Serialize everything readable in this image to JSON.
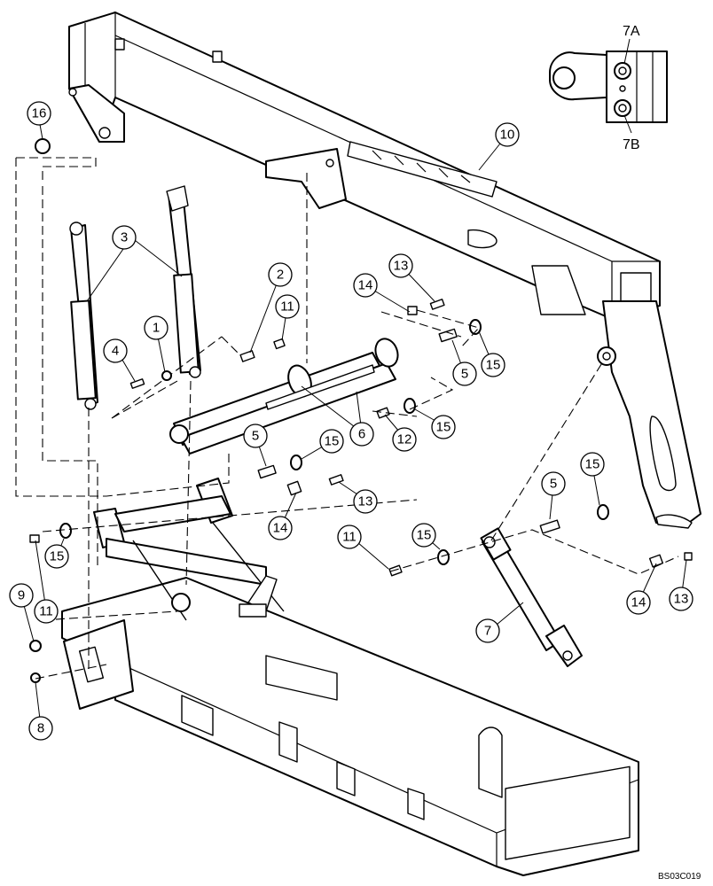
{
  "callouts": {
    "c1": "1",
    "c2": "2",
    "c3": "3",
    "c4": "4",
    "c5a": "5",
    "c5b": "5",
    "c5c": "5",
    "c6": "6",
    "c7": "7",
    "c8": "8",
    "c9": "9",
    "c10": "10",
    "c11a": "11",
    "c11b": "11",
    "c11c": "11",
    "c12": "12",
    "c13a": "13",
    "c13b": "13",
    "c13c": "13",
    "c14a": "14",
    "c14b": "14",
    "c14c": "14",
    "c15a": "15",
    "c15b": "15",
    "c15c": "15",
    "c15d": "15",
    "c15e": "15",
    "c16": "16"
  },
  "inset": {
    "label_top": "7A",
    "label_bottom": "7B"
  },
  "drawing_code": "BS03C019"
}
